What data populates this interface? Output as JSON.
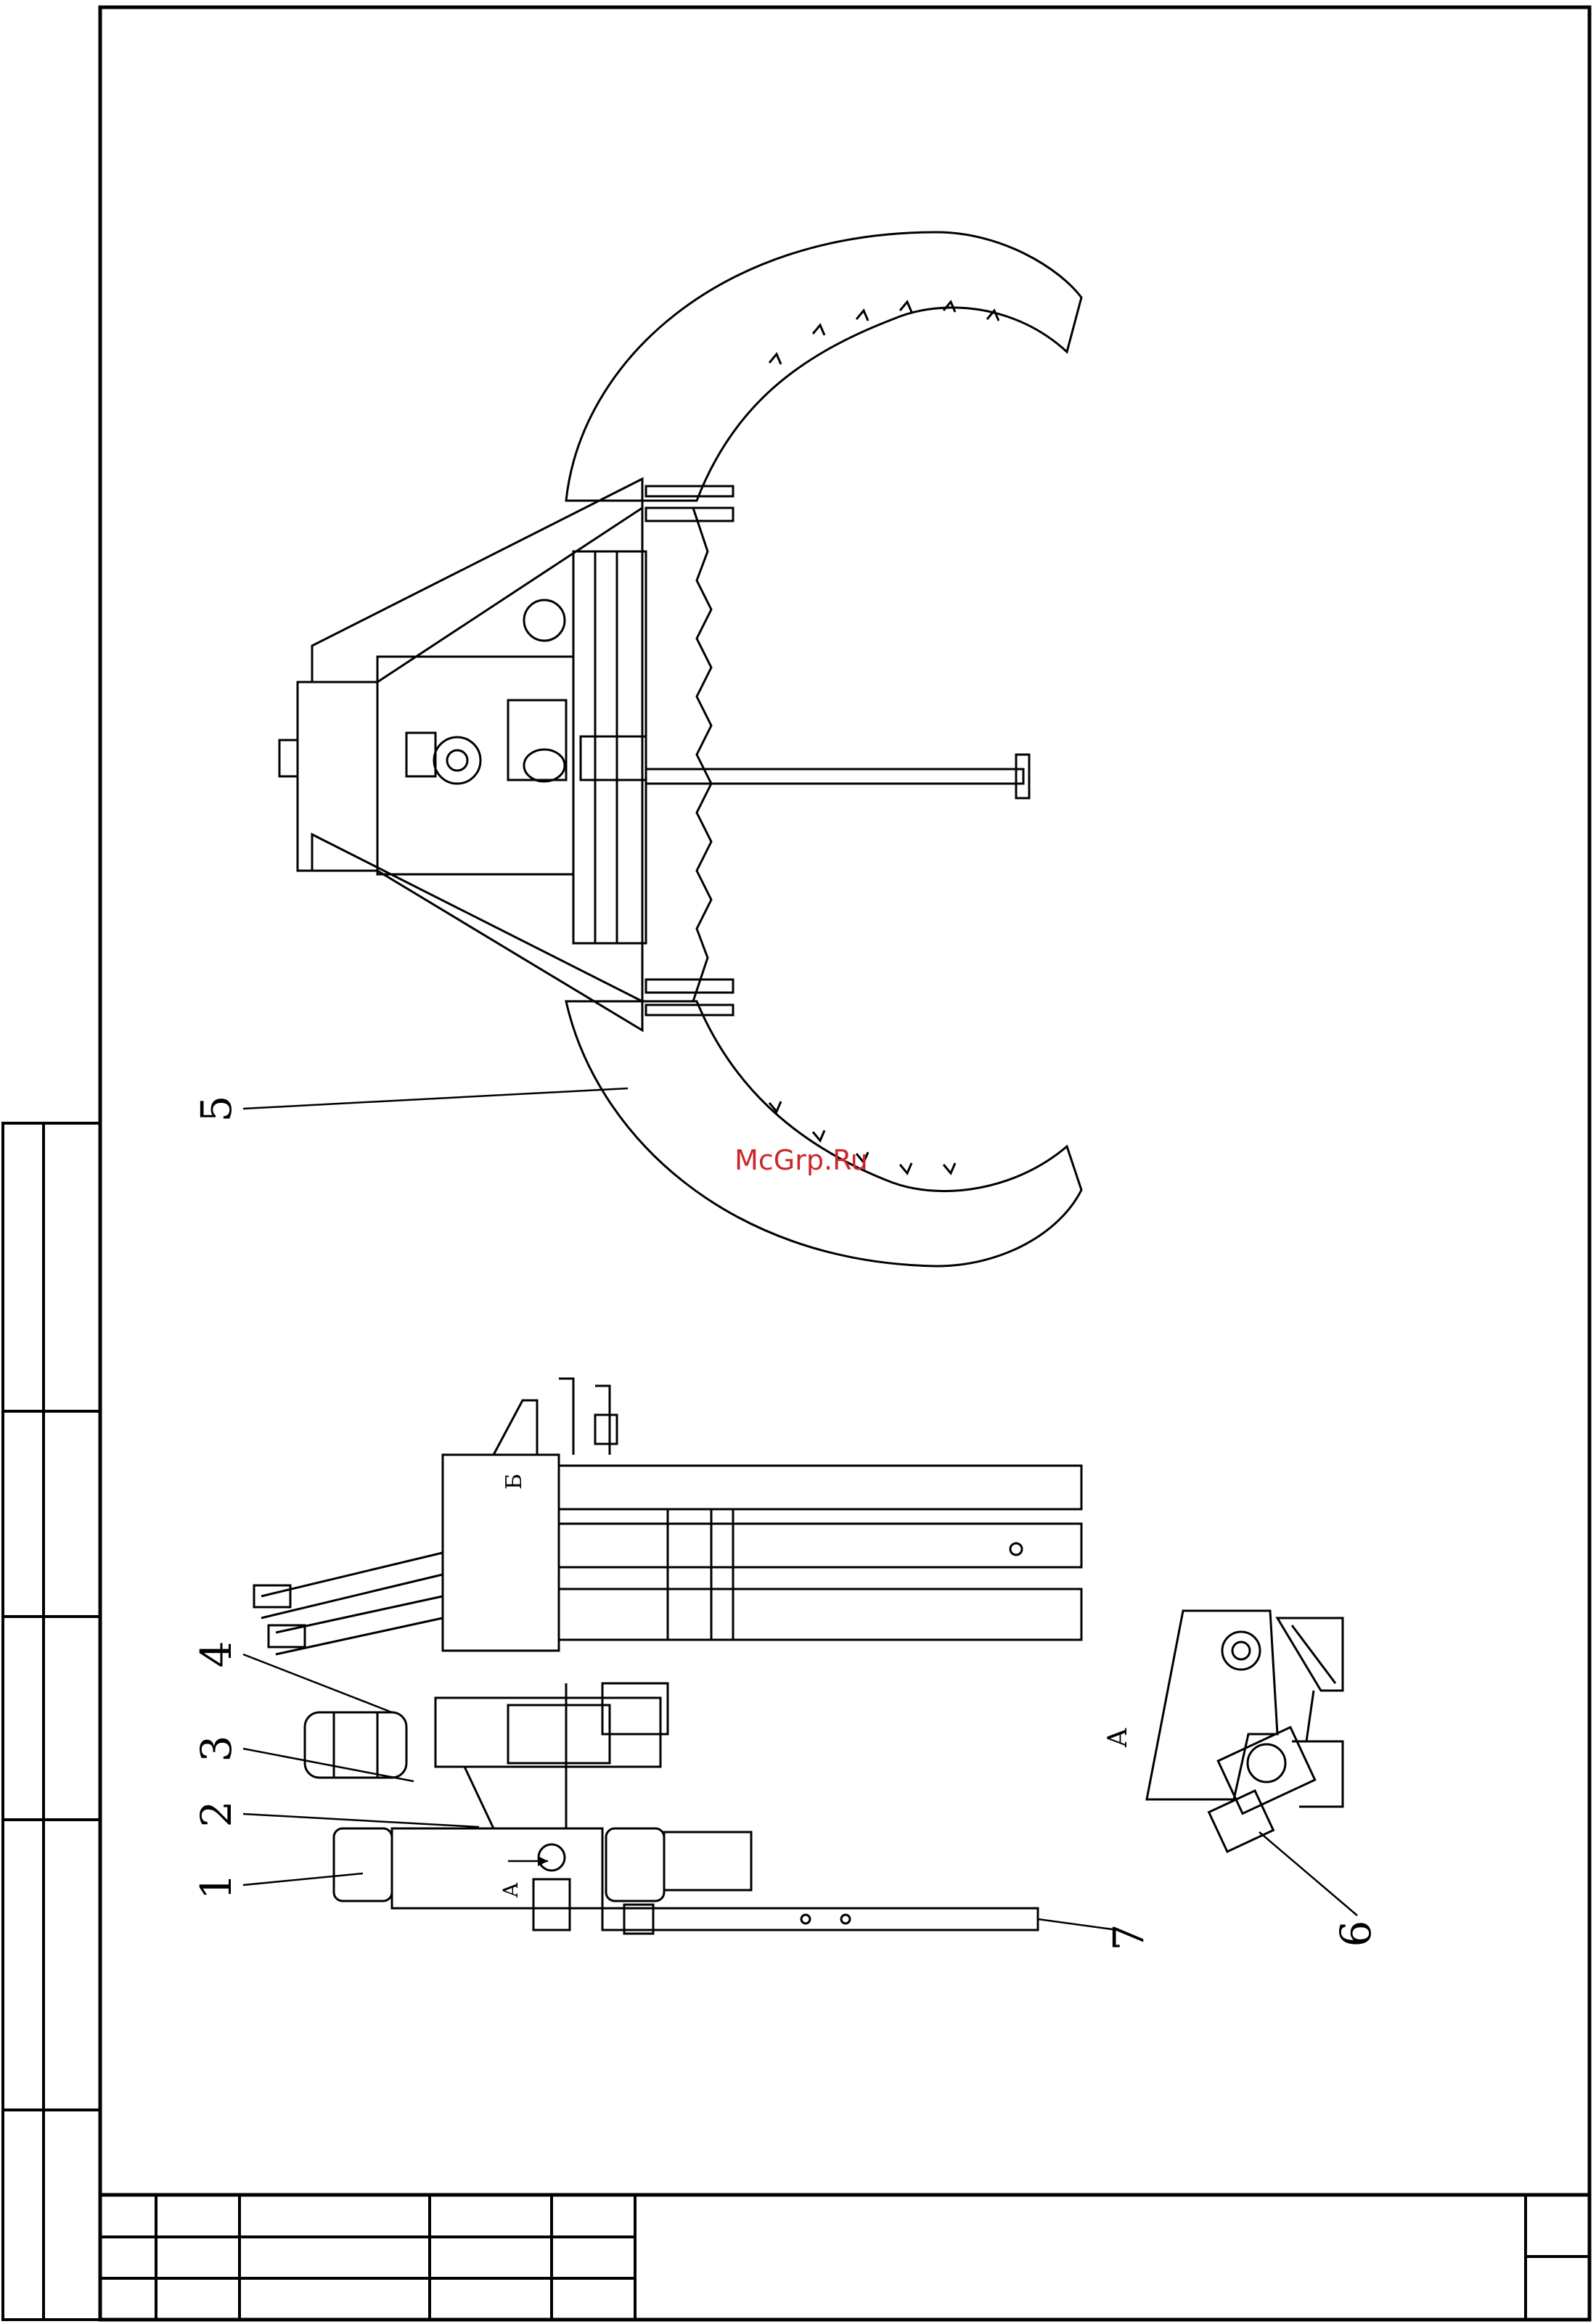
{
  "watermark": "McGrp.Ru",
  "callouts": [
    "1",
    "2",
    "3",
    "4",
    "5",
    "6",
    "7"
  ],
  "view_label": "A",
  "arrow_label": "A",
  "section_mark": "Б",
  "colors": {
    "line": "#000000",
    "watermark": "#c8282a",
    "paper": "#ffffff"
  }
}
